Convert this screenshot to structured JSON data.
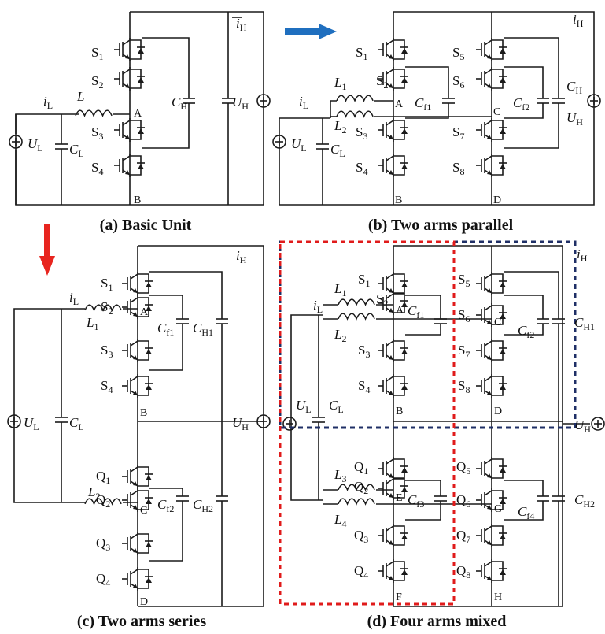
{
  "captions": {
    "a": "(a) Basic Unit",
    "b": "(b) Two arms parallel",
    "c": "(c) Two arms  series",
    "d": "(d) Four arms mixed"
  },
  "colors": {
    "blue_arrow": "#1f6fbf",
    "red_arrow": "#e8251f",
    "box_blue": "#1f2f66",
    "box_red": "#e01b1b",
    "wire": "#1a1a1a"
  },
  "panel_a": {
    "switches": [
      "S1",
      "S2",
      "S3",
      "S4"
    ],
    "labels": {
      "iL": "iL",
      "L": "L",
      "A": "A",
      "B": "B",
      "CH": "CH",
      "UH": "UH",
      "iH": "iH",
      "UL": "UL",
      "CL": "CL"
    }
  },
  "panel_b": {
    "switches": [
      "S1",
      "S2",
      "S3",
      "S4",
      "S5",
      "S6",
      "S7",
      "S8"
    ],
    "labels": {
      "L1": "L1",
      "L2": "L2",
      "iL": "iL",
      "A": "A",
      "B": "B",
      "C": "C",
      "D": "D",
      "Cf1": "Cf1",
      "Cf2": "Cf2",
      "CH": "CH",
      "UH": "UH",
      "iH": "iH",
      "UL": "UL",
      "CL": "CL"
    }
  },
  "panel_c": {
    "switches": [
      "S1",
      "S2",
      "S3",
      "S4",
      "Q1",
      "Q2",
      "Q3",
      "Q4"
    ],
    "labels": {
      "iL": "iL",
      "L1": "L1",
      "L2": "L2",
      "A": "A",
      "B": "B",
      "C": "C",
      "D": "D",
      "Cf1": "Cf1",
      "Cf2": "Cf2",
      "CH1": "CH1",
      "CH2": "CH2",
      "UH": "UH",
      "iH": "iH",
      "UL": "UL",
      "CL": "CL"
    }
  },
  "panel_d": {
    "switches": [
      "S1",
      "S2",
      "S3",
      "S4",
      "S5",
      "S6",
      "S7",
      "S8",
      "Q1",
      "Q2",
      "Q3",
      "Q4",
      "Q5",
      "Q6",
      "Q7",
      "Q8"
    ],
    "labels": {
      "L1": "L1",
      "L2": "L2",
      "L3": "L3",
      "L4": "L4",
      "iL": "iL",
      "A": "A",
      "B": "B",
      "C": "C",
      "D": "D",
      "E": "E",
      "F": "F",
      "G": "G",
      "H": "H",
      "Cf1": "Cf1",
      "Cf2": "Cf2",
      "Cf3": "Cf3",
      "Cf4": "Cf4",
      "CH1": "CH1",
      "CH2": "CH2",
      "UH": "UH",
      "iH": "iH",
      "UL": "UL",
      "CL": "CL"
    }
  }
}
